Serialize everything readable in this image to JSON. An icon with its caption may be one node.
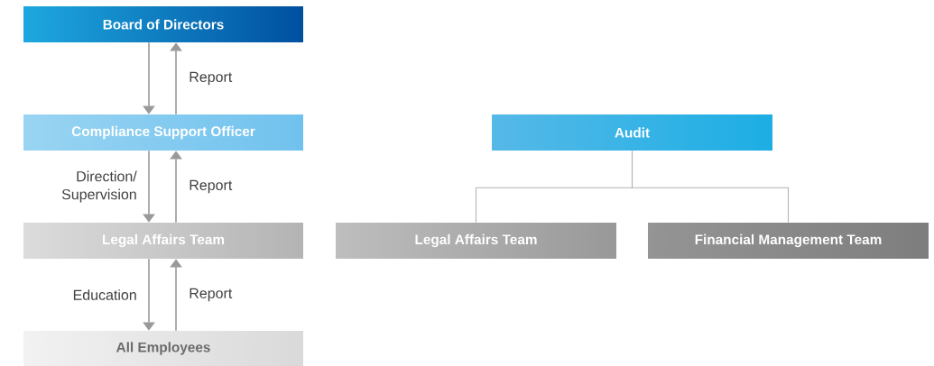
{
  "diagram": {
    "nodes": [
      {
        "text": [
          "Board of Directors"
        ]
      },
      {
        "text": [
          "Compliance Support Officer"
        ]
      },
      {
        "text": [
          "Legal Affairs Team"
        ]
      },
      {
        "text": [
          "All Employees"
        ]
      },
      {
        "text": [
          "Audit"
        ]
      },
      {
        "text": [
          "Legal Affairs Team"
        ]
      },
      {
        "text": [
          "Financial Management Team"
        ]
      }
    ],
    "edges": [
      {
        "from": 0,
        "to": 1,
        "arrow": "to"
      },
      {
        "from": 1,
        "to": 0,
        "arrow": "to",
        "label": "Report"
      },
      {
        "from": 1,
        "to": 2,
        "arrow": "to",
        "label": "Direction/ Supervision"
      },
      {
        "from": 2,
        "to": 1,
        "arrow": "to",
        "label": "Report"
      },
      {
        "from": 2,
        "to": 3,
        "arrow": "to",
        "label": "Education"
      },
      {
        "from": 3,
        "to": 2,
        "arrow": "to",
        "label": "Report"
      },
      {
        "from": 4,
        "to": 5,
        "arrow": "none"
      },
      {
        "from": 4,
        "to": 6,
        "arrow": "none"
      }
    ]
  }
}
